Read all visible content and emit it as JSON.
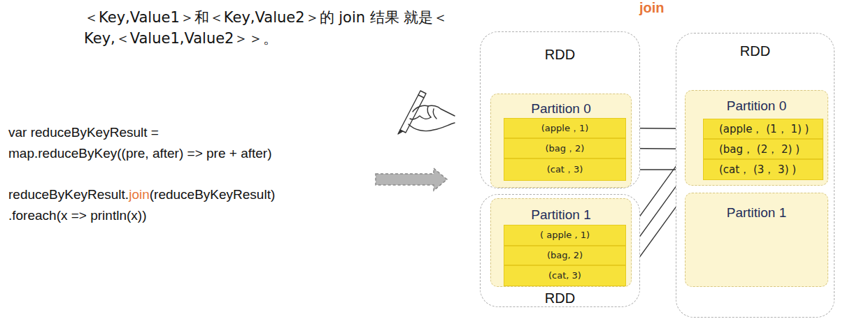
{
  "diagram": {
    "nodes": [
      {
        "text": [
          "RDD"
        ]
      },
      {
        "text": [
          "Partition 0"
        ],
        "in": 0
      },
      {
        "text": [
          "(apple，1)"
        ],
        "in": 1
      },
      {
        "text": [
          "(bag，2)"
        ],
        "in": 1
      },
      {
        "text": [
          "(cat，3)"
        ],
        "in": 1
      },
      {
        "text": [
          "RDD"
        ]
      },
      {
        "text": [
          "Partition 1"
        ],
        "in": 5
      },
      {
        "text": [
          "( apple , 1)"
        ],
        "in": 6
      },
      {
        "text": [
          "(bag, 2)"
        ],
        "in": 6
      },
      {
        "text": [
          "(cat, 3)"
        ],
        "in": 6
      },
      {
        "text": [
          "RDD"
        ]
      },
      {
        "text": [
          "Partition 0"
        ],
        "in": 10
      },
      {
        "text": [
          "(apple， (1， 1) )"
        ],
        "in": 11
      },
      {
        "text": [
          "(bag， (2， 2) )"
        ],
        "in": 11
      },
      {
        "text": [
          "(cat， (3， 3) )"
        ],
        "in": 11
      },
      {
        "text": [
          "Partition 1"
        ],
        "in": 10
      }
    ],
    "edges": [
      {
        "from": 2,
        "to": 12,
        "arrow": "to"
      },
      {
        "from": 3,
        "to": 13,
        "arrow": "to"
      },
      {
        "from": 4,
        "to": 14,
        "arrow": "to"
      },
      {
        "from": 7,
        "to": 12,
        "arrow": "to"
      },
      {
        "from": 8,
        "to": 13,
        "arrow": "to"
      },
      {
        "from": 9,
        "to": 14,
        "arrow": "to"
      }
    ],
    "labels": [
      "＜Key,Value1＞和＜Key,Value2＞的 join 结果 就是＜Key,＜Value1,Value2＞＞。",
      "var reduceByKeyResult =",
      "map.reduceByKey((pre, after) => pre + after)",
      "reduceByKeyResult.",
      "join",
      "(reduceByKeyResult)",
      ".foreach(x => println(x))",
      "join"
    ]
  }
}
